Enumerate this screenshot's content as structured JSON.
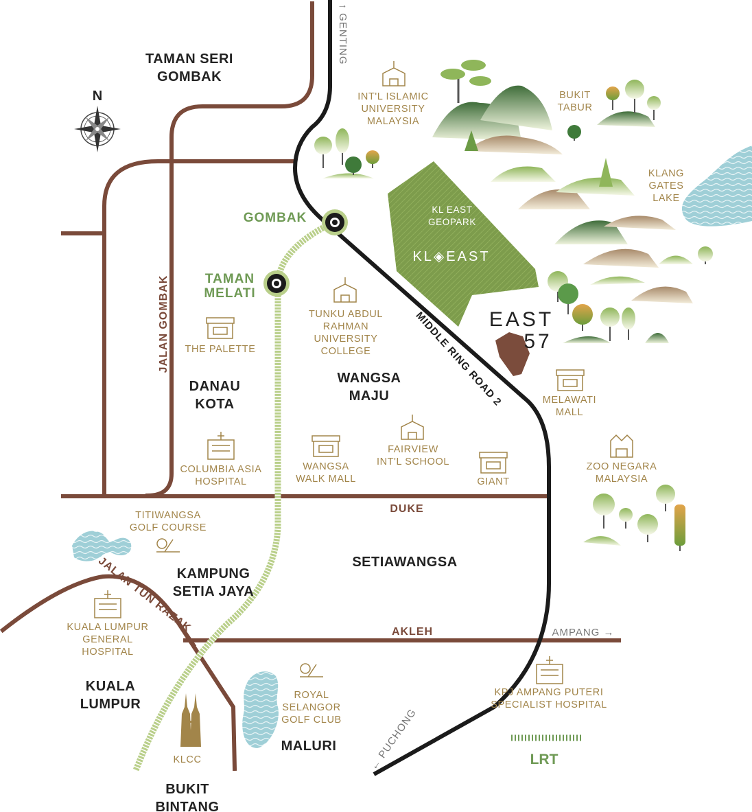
{
  "compass": {
    "label": "N"
  },
  "areas": {
    "taman_seri_gombak": [
      "TAMAN SERI",
      "GOMBAK"
    ],
    "danau_kota": [
      "DANAU",
      "KOTA"
    ],
    "wangsa_maju": [
      "WANGSA",
      "MAJU"
    ],
    "setiawangsa": "SETIAWANGSA",
    "kampung_setia_jaya": [
      "KAMPUNG",
      "SETIA JAYA"
    ],
    "kuala_lumpur": [
      "KUALA",
      "LUMPUR"
    ],
    "maluri": "MALURI",
    "bukit_bintang": [
      "BUKIT",
      "BINTANG"
    ]
  },
  "stations": {
    "gombak": "GOMBAK",
    "taman_melati": [
      "TAMAN",
      "MELATI"
    ]
  },
  "roads": {
    "jalan_gombak": "JALAN GOMBAK",
    "duke": "DUKE",
    "akleh": "AKLEH",
    "jalan_tun_razak": "JALAN TUN RAZAK",
    "middle_ring_road_2": "MIDDLE RING ROAD 2"
  },
  "directions": {
    "genting": "GENTING",
    "ampang": "AMPANG",
    "puchong": "PUCHONG"
  },
  "pois": {
    "iium": [
      "INT'L ISLAMIC",
      "UNIVERSITY",
      "MALAYSIA"
    ],
    "bukit_tabur": [
      "BUKIT",
      "TABUR"
    ],
    "klang_gates_lake": [
      "KLANG",
      "GATES",
      "LAKE"
    ],
    "the_palette": "THE PALETTE",
    "tarumt": [
      "TUNKU ABDUL",
      "RAHMAN",
      "UNIVERSITY",
      "COLLEGE"
    ],
    "melawati_mall": [
      "MELAWATI",
      "MALL"
    ],
    "columbia_asia": [
      "COLUMBIA ASIA",
      "HOSPITAL"
    ],
    "wangsa_walk": [
      "WANGSA",
      "WALK MALL"
    ],
    "fairview": [
      "FAIRVIEW",
      "INT'L SCHOOL"
    ],
    "giant": "GIANT",
    "zoo_negara": [
      "ZOO NEGARA",
      "MALAYSIA"
    ],
    "titiwangsa_golf": [
      "TITIWANGSA",
      "GOLF COURSE"
    ],
    "kl_general": [
      "KUALA LUMPUR",
      "GENERAL",
      "HOSPITAL"
    ],
    "royal_selangor_golf": [
      "ROYAL",
      "SELANGOR",
      "GOLF CLUB"
    ],
    "kpj": [
      "KPJ AMPANG PUTERI",
      "SPECIALIST HOSPITAL"
    ],
    "klcc": "KLCC"
  },
  "geopark": {
    "label": [
      "KL EAST",
      "GEOPARK"
    ],
    "brand": "KL◈EAST"
  },
  "project": {
    "name": [
      "EAST",
      "57"
    ]
  },
  "legend": {
    "lrt": "LRT"
  },
  "colors": {
    "road_brown": "#7a4a3a",
    "highway_black": "#1b1b1b",
    "lrt_green": "#b9cf8a",
    "poi_gold": "#a2854a",
    "geopark_green": "#7d9c4c",
    "lake_blue": "#8cc3cf",
    "plot_brown": "#7b4c3c"
  }
}
